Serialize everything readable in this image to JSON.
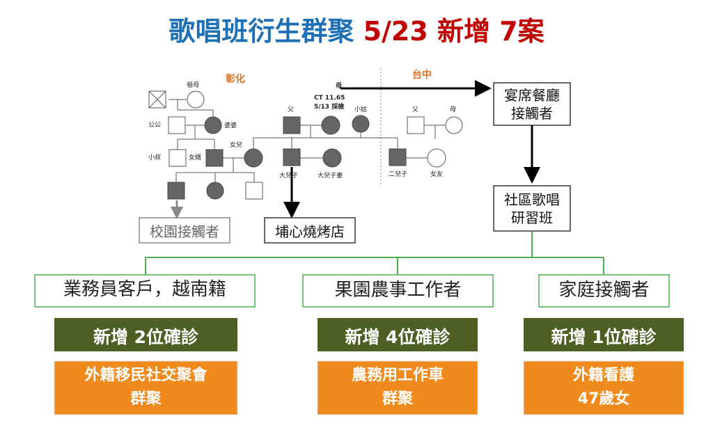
{
  "title": {
    "part1": "歌唱班衍生群聚",
    "part2": "5/23 新增 7案"
  },
  "pedigree": {
    "region_left": "彰化",
    "region_right": "台中",
    "people": {
      "grandmother": "祖母",
      "grandfather": "公公",
      "mother_in_law": "婆婆",
      "uncle": "小叔",
      "son_in_law": "女婿",
      "daughter": "女兒",
      "father": "父",
      "eldest_son": "大兒子",
      "eldest_son_wife": "大兒子妻",
      "aunt": "小姑",
      "right_father": "父",
      "right_mother": "母",
      "second_son": "二兒子",
      "girlfriend": "女友",
      "mother_label": "母",
      "mother_ct": "CT 11.65",
      "mother_test": "5/13 採檢"
    },
    "school_contacts": "校園接觸者",
    "bbq_shop": "埔心燒烤店"
  },
  "flow": {
    "banquet_line1": "宴席餐廳",
    "banquet_line2": "接觸者",
    "class_line1": "社區歌唱",
    "class_line2": "研習班"
  },
  "branches": [
    {
      "category": "業務員客戶，越南籍",
      "new_cases": "新增 2位確診",
      "cluster_line1": "外籍移民社交聚會",
      "cluster_line2": "群聚"
    },
    {
      "category": "果園農事工作者",
      "new_cases": "新增 4位確診",
      "cluster_line1": "農務用工作車",
      "cluster_line2": "群聚"
    },
    {
      "category": "家庭接觸者",
      "new_cases": "新增 1位確診",
      "cluster_line1": "外籍看護",
      "cluster_line2": "47歲女"
    }
  ],
  "colors": {
    "title_blue": "#1f6fb5",
    "title_red": "#c00000",
    "region_orange": "#e07020",
    "tree_green": "#4caf50",
    "case_box": "#4e5f23",
    "cluster_orange": "#f08a1c"
  }
}
